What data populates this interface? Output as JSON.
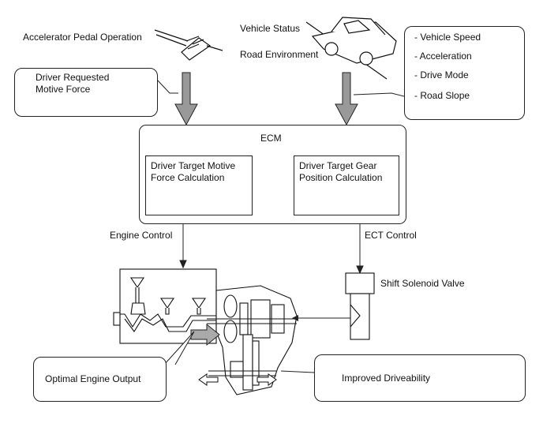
{
  "inputs": {
    "accelerator": "Accelerator Pedal Operation",
    "vehicle_status": "Vehicle Status",
    "road_environment": "Road Environment"
  },
  "callouts": {
    "driver_requested": "Driver Requested\nMotive Force",
    "vehicle_params": [
      "- Vehicle Speed",
      "- Acceleration",
      "- Drive Mode",
      "- Road Slope"
    ],
    "optimal_output": "Optimal Engine Output",
    "driveability": "Improved Driveability"
  },
  "ecm": {
    "title": "ECM",
    "left_calc": "Driver Target Motive\nForce Calculation",
    "right_calc": "Driver Target Gear\nPosition Calculation"
  },
  "controls": {
    "engine": "Engine Control",
    "ect": "ECT Control",
    "solenoid": "Shift Solenoid Valve"
  }
}
